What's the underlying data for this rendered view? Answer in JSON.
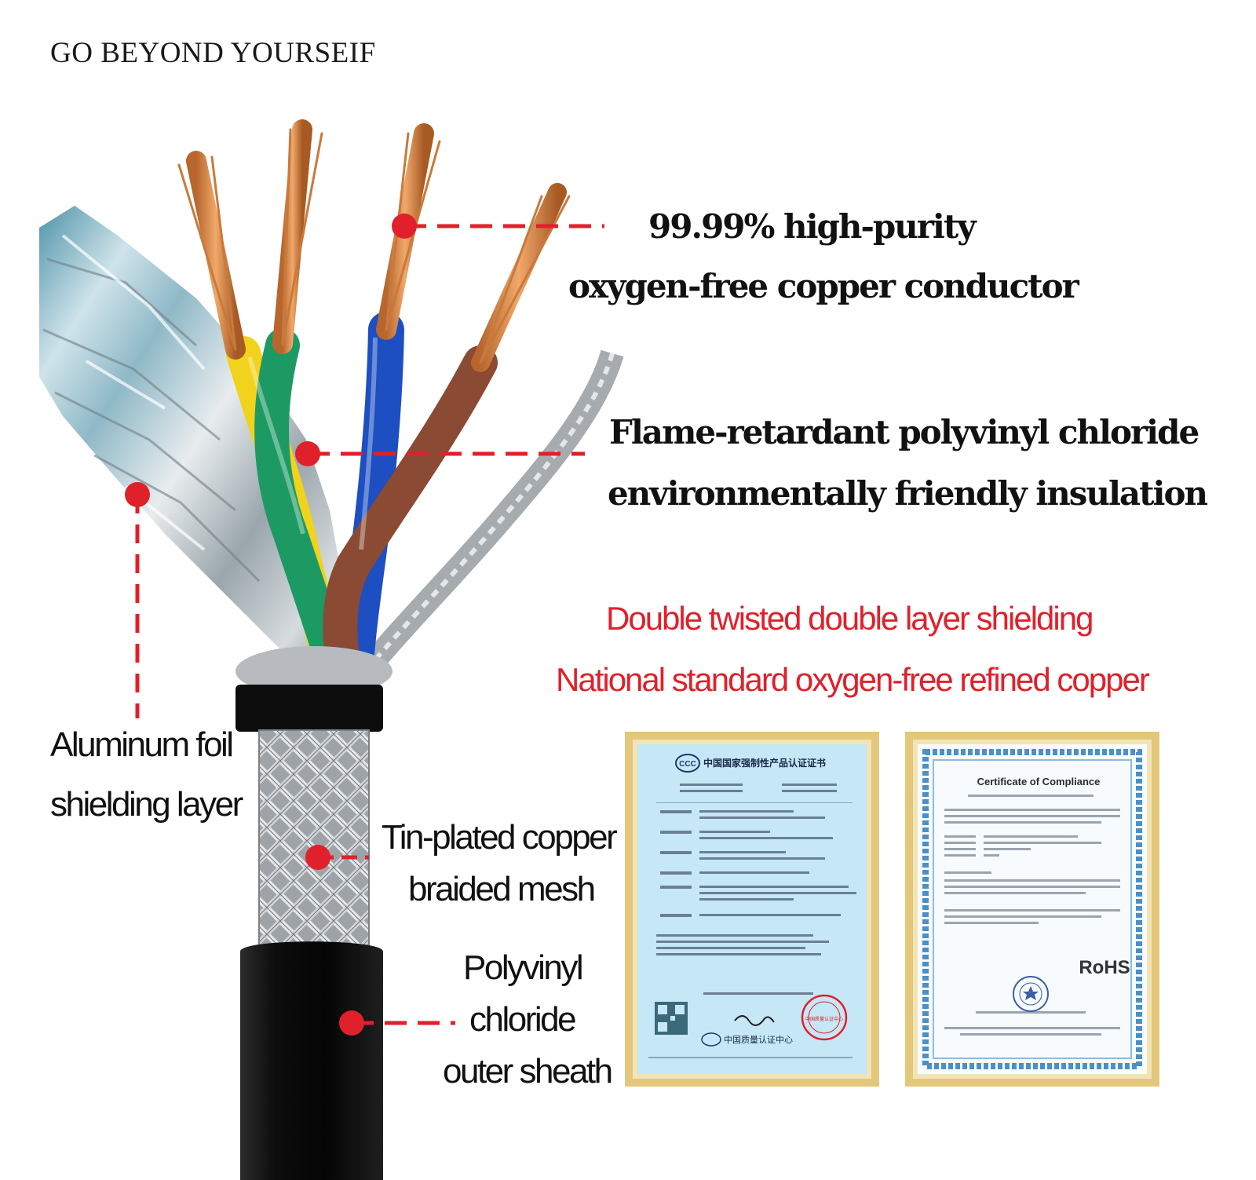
{
  "brand": "GO BEYOND YOURSEIF",
  "callouts": {
    "conductor": {
      "line1": "99.99% high-purity",
      "line2": "oxygen-free copper conductor"
    },
    "insulation": {
      "line1": "Flame-retardant polyvinyl chloride",
      "line2": "environmentally friendly insulation"
    },
    "foil": {
      "line1": "Aluminum foil",
      "line2": "shielding layer"
    },
    "braid": {
      "line1": "Tin-plated copper",
      "line2": "braided mesh"
    },
    "sheath": {
      "line1": "Polyvinyl",
      "line2": "chloride",
      "line3": "outer sheath"
    }
  },
  "highlights": {
    "line1": "Double twisted double layer shielding",
    "line2": "National standard oxygen-free refined copper"
  },
  "certificates": {
    "ccc": {
      "title": "中国国家强制性产品认证证书",
      "footer": "中国质量认证中心",
      "logo": "CCC",
      "seal_text": "中国质量认证中心"
    },
    "rohs": {
      "title": "Certificate of Compliance",
      "mark": "RoHS"
    }
  },
  "colors": {
    "callout_red": "#e0202b",
    "conductor_copper": "#d98a4a",
    "wire_yellow": "#f1d21c",
    "wire_green": "#1d9a64",
    "wire_blue": "#1d4fc2",
    "wire_brown": "#8a4a34",
    "sheath_black": "#0c0c0c",
    "frame_gold": "#e3c77a",
    "cert_blue": "#bfe3f3"
  }
}
